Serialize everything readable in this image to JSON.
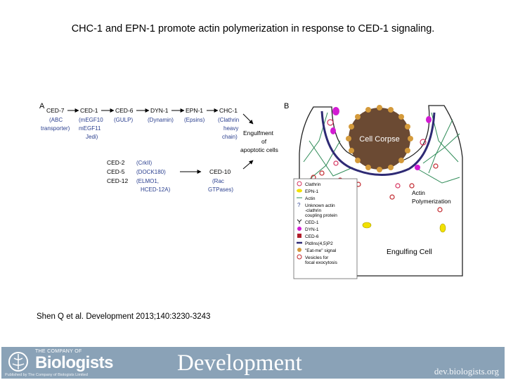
{
  "title": "CHC-1 and EPN-1 promote actin polymerization in response to CED-1 signaling.",
  "citation": "Shen Q et al. Development 2013;140:3230-3243",
  "footer": {
    "company_line": "THE COMPANY OF",
    "logo_text": "Biologists",
    "published_line": "Published by The Company of Biologists Limited",
    "journal_name": "Development",
    "url": "dev.biologists.org"
  },
  "panelA": {
    "label": "A",
    "row1": [
      {
        "gene": "CED-7",
        "desc1": "(ABC",
        "desc2": "transporter)",
        "desc3": ""
      },
      {
        "gene": "CED-1",
        "desc1": "(mEGF10",
        "desc2": "mEGF11",
        "desc3": "Jedi)"
      },
      {
        "gene": "CED-6",
        "desc1": "(GULP)",
        "desc2": "",
        "desc3": ""
      },
      {
        "gene": "DYN-1",
        "desc1": "(Dynamin)",
        "desc2": "",
        "desc3": ""
      },
      {
        "gene": "EPN-1",
        "desc1": "(Epsins)",
        "desc2": "",
        "desc3": ""
      },
      {
        "gene": "CHC-1",
        "desc1": "(Clathrin",
        "desc2": "heavy",
        "desc3": "chain)"
      }
    ],
    "group2": {
      "genes": [
        "CED-2",
        "CED-5",
        "CED-12"
      ],
      "desc": [
        "(CrkII)",
        "(DOCK180)",
        "(ELMO1,",
        "HCED-12A)"
      ]
    },
    "ced10": {
      "gene": "CED-10",
      "desc1": "(Rac",
      "desc2": "GTPases)"
    },
    "outcome": [
      "Engulfment",
      "of",
      "apoptotic cells"
    ]
  },
  "panelB": {
    "label": "B",
    "corpse_label": "Cell Corpse",
    "actin_label": [
      "Actin",
      "Polymerization"
    ],
    "engulfing_label": "Engulfing Cell",
    "legend": [
      {
        "icon": "clathrin-icon",
        "label": "Clathrin"
      },
      {
        "icon": "epn1-icon",
        "label": "EPN-1"
      },
      {
        "icon": "actin-icon",
        "label": "Actin"
      },
      {
        "icon": "unknown-protein-icon",
        "label": "Unknown actin -clathrin coupling protein"
      },
      {
        "icon": "ced1-icon",
        "label": "CED-1"
      },
      {
        "icon": "dyn1-icon",
        "label": "DYN-1"
      },
      {
        "icon": "ced6-icon",
        "label": "CED-6"
      },
      {
        "icon": "ptdins-icon",
        "label": "PtdIns(4,5)P2"
      },
      {
        "icon": "eat-me-icon",
        "label": "\"Eat-me\" signal"
      },
      {
        "icon": "vesicle-icon",
        "label": "Vesicles for focal exocytosis"
      }
    ],
    "colors": {
      "corpse": "#6b4a33",
      "corpse_dots": "#d49a3b",
      "membrane": "#2e2a74",
      "actin": "#2e8b57",
      "clathrin": "#d6335f",
      "epn1": "#f2e100",
      "dyn1": "#d21bd2",
      "ced6": "#b01e2a",
      "vesicle": "#c1272d"
    }
  }
}
